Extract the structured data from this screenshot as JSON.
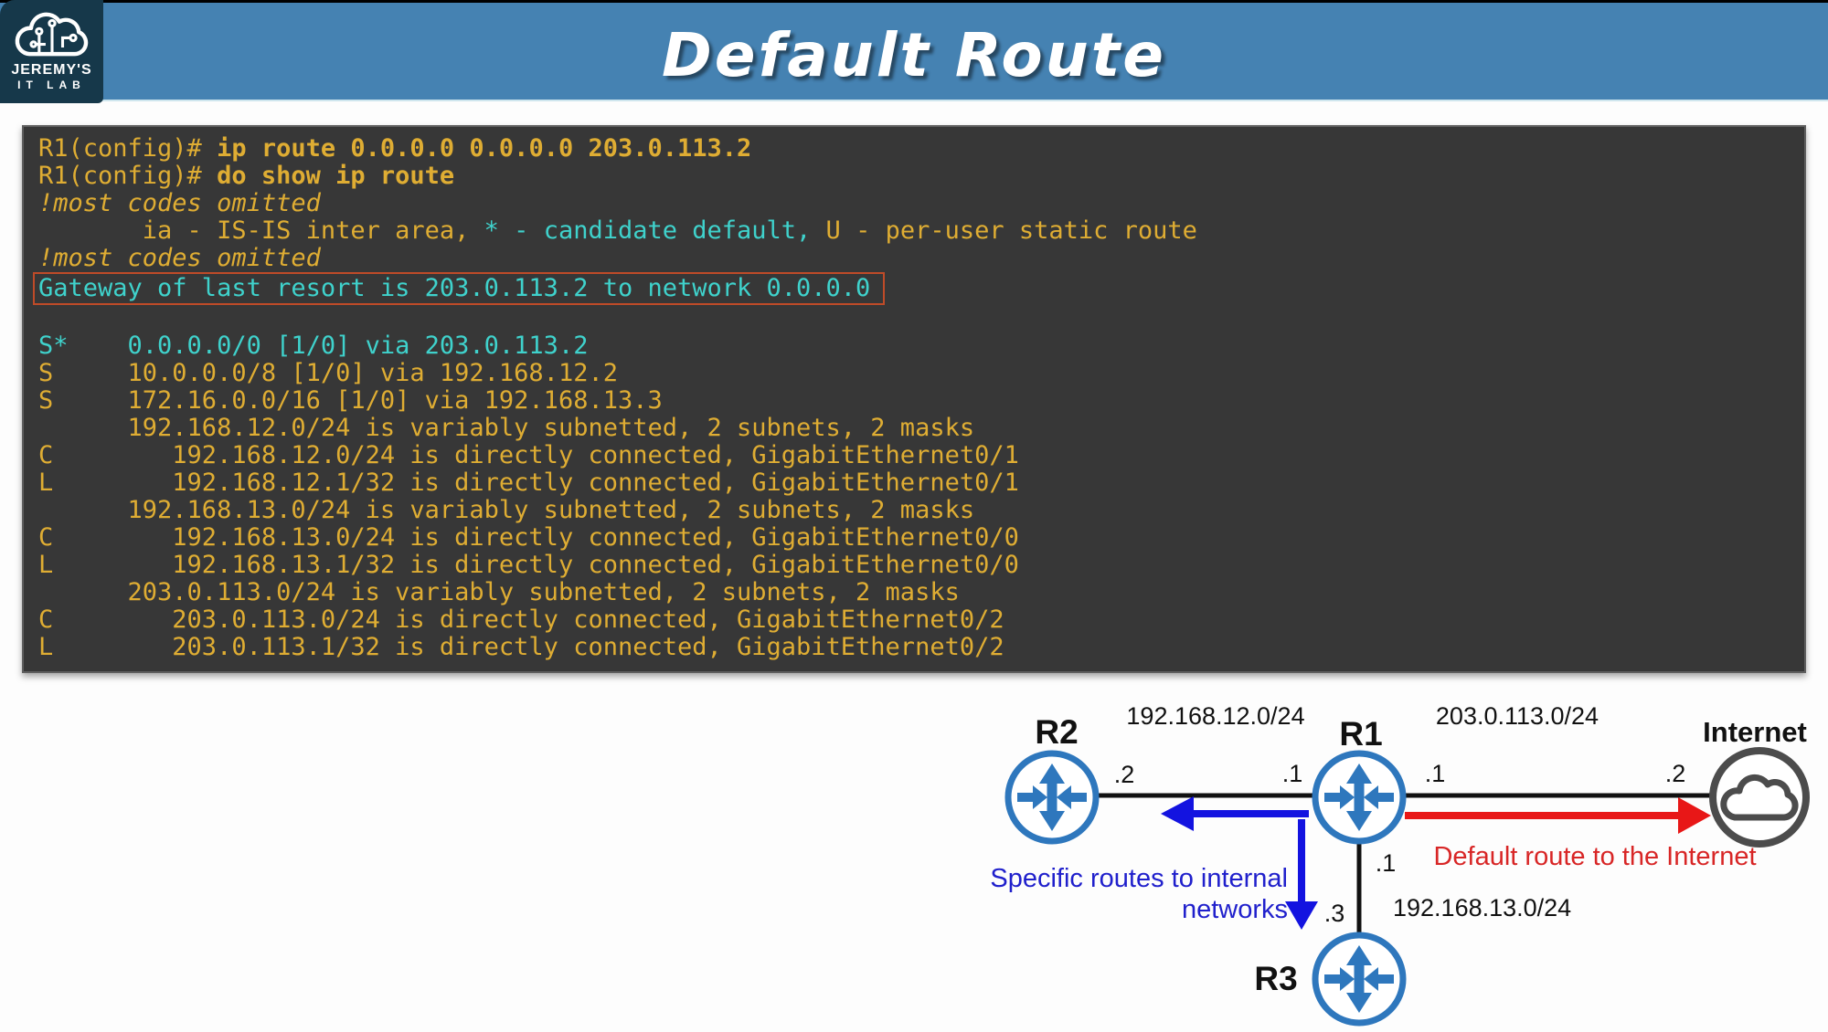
{
  "header": {
    "title": "Default Route",
    "logo": {
      "line1": "JEREMY'S",
      "line2": "IT LAB"
    }
  },
  "colors": {
    "header_blue": "#4582b2",
    "logo_navy": "#16384a",
    "terminal_background": "#373737",
    "terminal_yellow": "#dfad33",
    "terminal_cyan": "#3fd2cc",
    "highlight_box_orange": "#bf4b28",
    "router_blue": "#2e77bd",
    "internet_gray": "#4c4c4c",
    "arrow_blue": "#1313e0",
    "arrow_red": "#e81717",
    "caption_blue": "#2020cc",
    "caption_red": "#d82626"
  },
  "terminal": {
    "lines": [
      {
        "boxed": false,
        "segments": [
          {
            "style": "prompt",
            "text": "R1(config)# "
          },
          {
            "style": "cmd",
            "text": "ip route 0.0.0.0 0.0.0.0 203.0.113.2"
          }
        ]
      },
      {
        "boxed": false,
        "segments": [
          {
            "style": "prompt",
            "text": "R1(config)# "
          },
          {
            "style": "cmd",
            "text": "do show ip route"
          }
        ]
      },
      {
        "boxed": false,
        "segments": [
          {
            "style": "comment",
            "text": "!most codes omitted"
          }
        ]
      },
      {
        "boxed": false,
        "segments": [
          {
            "style": "yellow",
            "text": "       ia - IS-IS inter area, "
          },
          {
            "style": "cyan",
            "text": "* - candidate default,"
          },
          {
            "style": "yellow",
            "text": " U - per-user static route"
          }
        ]
      },
      {
        "boxed": false,
        "segments": [
          {
            "style": "comment",
            "text": "!most codes omitted"
          }
        ]
      },
      {
        "boxed": true,
        "segments": [
          {
            "style": "cyan",
            "text": "Gateway of last resort is 203.0.113.2 to network 0.0.0.0"
          }
        ]
      },
      {
        "boxed": false,
        "segments": []
      },
      {
        "boxed": false,
        "segments": [
          {
            "style": "cyan",
            "text": "S*    0.0.0.0/0 [1/0] via 203.0.113.2"
          }
        ]
      },
      {
        "boxed": false,
        "segments": [
          {
            "style": "yellow",
            "text": "S     10.0.0.0/8 [1/0] via 192.168.12.2"
          }
        ]
      },
      {
        "boxed": false,
        "segments": [
          {
            "style": "yellow",
            "text": "S     172.16.0.0/16 [1/0] via 192.168.13.3"
          }
        ]
      },
      {
        "boxed": false,
        "segments": [
          {
            "style": "yellow",
            "text": "      192.168.12.0/24 is variably subnetted, 2 subnets, 2 masks"
          }
        ]
      },
      {
        "boxed": false,
        "segments": [
          {
            "style": "yellow",
            "text": "C        192.168.12.0/24 is directly connected, GigabitEthernet0/1"
          }
        ]
      },
      {
        "boxed": false,
        "segments": [
          {
            "style": "yellow",
            "text": "L        192.168.12.1/32 is directly connected, GigabitEthernet0/1"
          }
        ]
      },
      {
        "boxed": false,
        "segments": [
          {
            "style": "yellow",
            "text": "      192.168.13.0/24 is variably subnetted, 2 subnets, 2 masks"
          }
        ]
      },
      {
        "boxed": false,
        "segments": [
          {
            "style": "yellow",
            "text": "C        192.168.13.0/24 is directly connected, GigabitEthernet0/0"
          }
        ]
      },
      {
        "boxed": false,
        "segments": [
          {
            "style": "yellow",
            "text": "L        192.168.13.1/32 is directly connected, GigabitEthernet0/0"
          }
        ]
      },
      {
        "boxed": false,
        "segments": [
          {
            "style": "yellow",
            "text": "      203.0.113.0/24 is variably subnetted, 2 subnets, 2 masks"
          }
        ]
      },
      {
        "boxed": false,
        "segments": [
          {
            "style": "yellow",
            "text": "C        203.0.113.0/24 is directly connected, GigabitEthernet0/2"
          }
        ]
      },
      {
        "boxed": false,
        "segments": [
          {
            "style": "yellow",
            "text": "L        203.0.113.1/32 is directly connected, GigabitEthernet0/2"
          }
        ]
      }
    ]
  },
  "diagram": {
    "r1_label": "R1",
    "r2_label": "R2",
    "r3_label": "R3",
    "internet_label": "Internet",
    "net12_label": "192.168.12.0/24",
    "net203_label": "203.0.113.0/24",
    "net13_label": "192.168.13.0/24",
    "ip_r2": ".2",
    "ip_r1_left": ".1",
    "ip_r1_right": ".1",
    "ip_internet": ".2",
    "ip_r1_down": ".1",
    "ip_r3": ".3",
    "blue_caption_line1": "Specific routes to internal",
    "blue_caption_line2": "networks",
    "red_caption": "Default route to the Internet"
  }
}
